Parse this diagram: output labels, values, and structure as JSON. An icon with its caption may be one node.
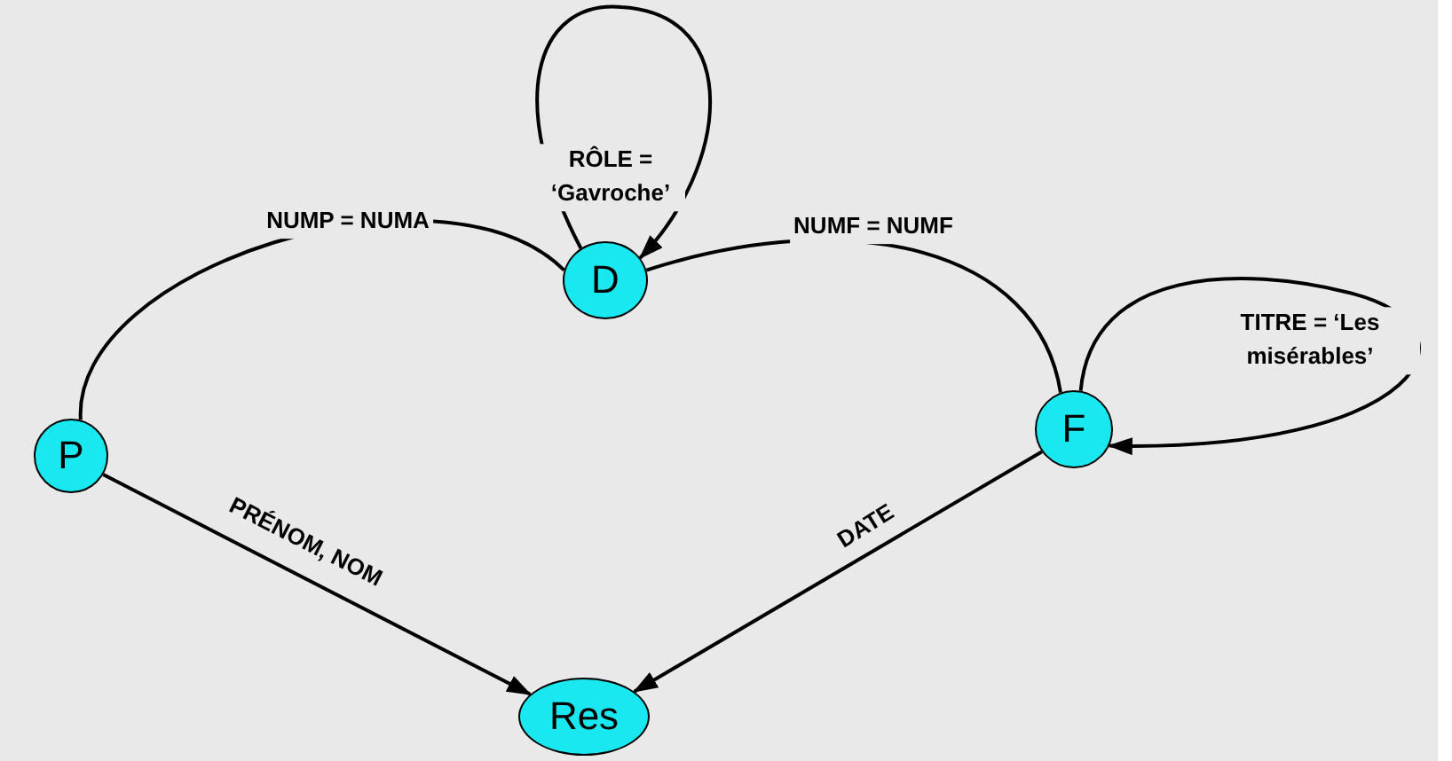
{
  "diagram": {
    "nodes": [
      {
        "text": [
          "P"
        ]
      },
      {
        "text": [
          "D"
        ]
      },
      {
        "text": [
          "F"
        ]
      },
      {
        "text": [
          "Res"
        ]
      }
    ],
    "edges": [
      {
        "from": 0,
        "to": 1,
        "arrow": "none",
        "label": "NUMP = NUMA"
      },
      {
        "from": 1,
        "to": 1,
        "arrow": "to",
        "label": "RÔLE = ‘Gavroche’"
      },
      {
        "from": 1,
        "to": 2,
        "arrow": "none",
        "label": "NUMF = NUMF"
      },
      {
        "from": 2,
        "to": 2,
        "arrow": "to",
        "label": "TITRE = ‘Les misérables’"
      },
      {
        "from": 0,
        "to": 3,
        "arrow": "to",
        "label": "PRÉNOM, NOM"
      },
      {
        "from": 2,
        "to": 3,
        "arrow": "to",
        "label": "DATE"
      }
    ]
  }
}
